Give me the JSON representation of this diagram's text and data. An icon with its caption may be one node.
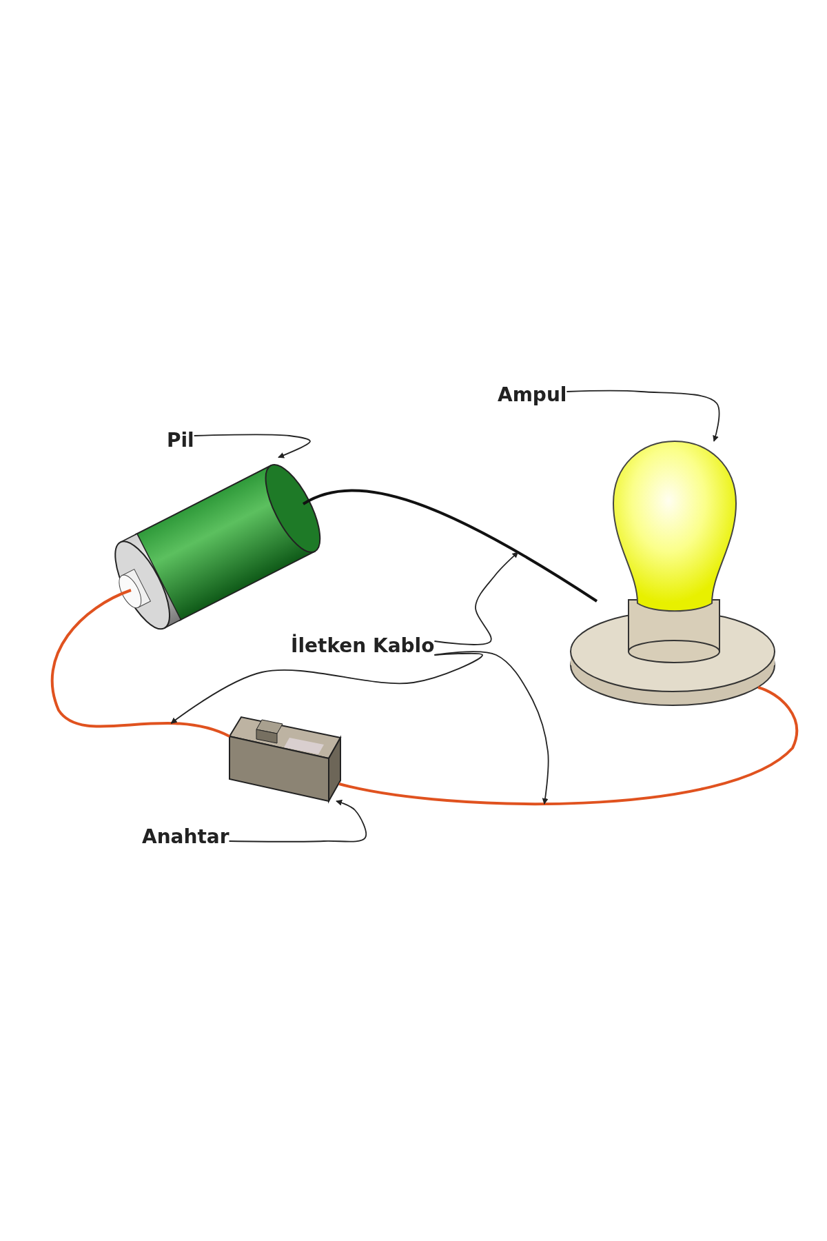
{
  "diagram": {
    "nodes": [
      {
        "text": [
          "Ampul"
        ]
      },
      {
        "text": [],
        "shape": "picture"
      },
      {
        "text": [
          "Pil"
        ]
      },
      {
        "text": [],
        "shape": "picture"
      },
      {
        "text": [],
        "shape": "wire"
      },
      {
        "text": [
          "İletken Kablo"
        ]
      },
      {
        "text": [],
        "shape": "wire"
      },
      {
        "text": [],
        "shape": "picture"
      },
      {
        "text": [],
        "shape": "wire"
      },
      {
        "text": [
          "Anahtar"
        ]
      }
    ],
    "edges": [
      {
        "from": 0,
        "to": 1,
        "arrow": "to"
      },
      {
        "from": 2,
        "to": 3,
        "arrow": "to"
      },
      {
        "from": 5,
        "to": 4,
        "arrow": "to"
      },
      {
        "from": 5,
        "to": 6,
        "arrow": "to"
      },
      {
        "from": 5,
        "to": 8,
        "arrow": "to"
      },
      {
        "from": 9,
        "to": 7,
        "arrow": "to"
      }
    ]
  }
}
